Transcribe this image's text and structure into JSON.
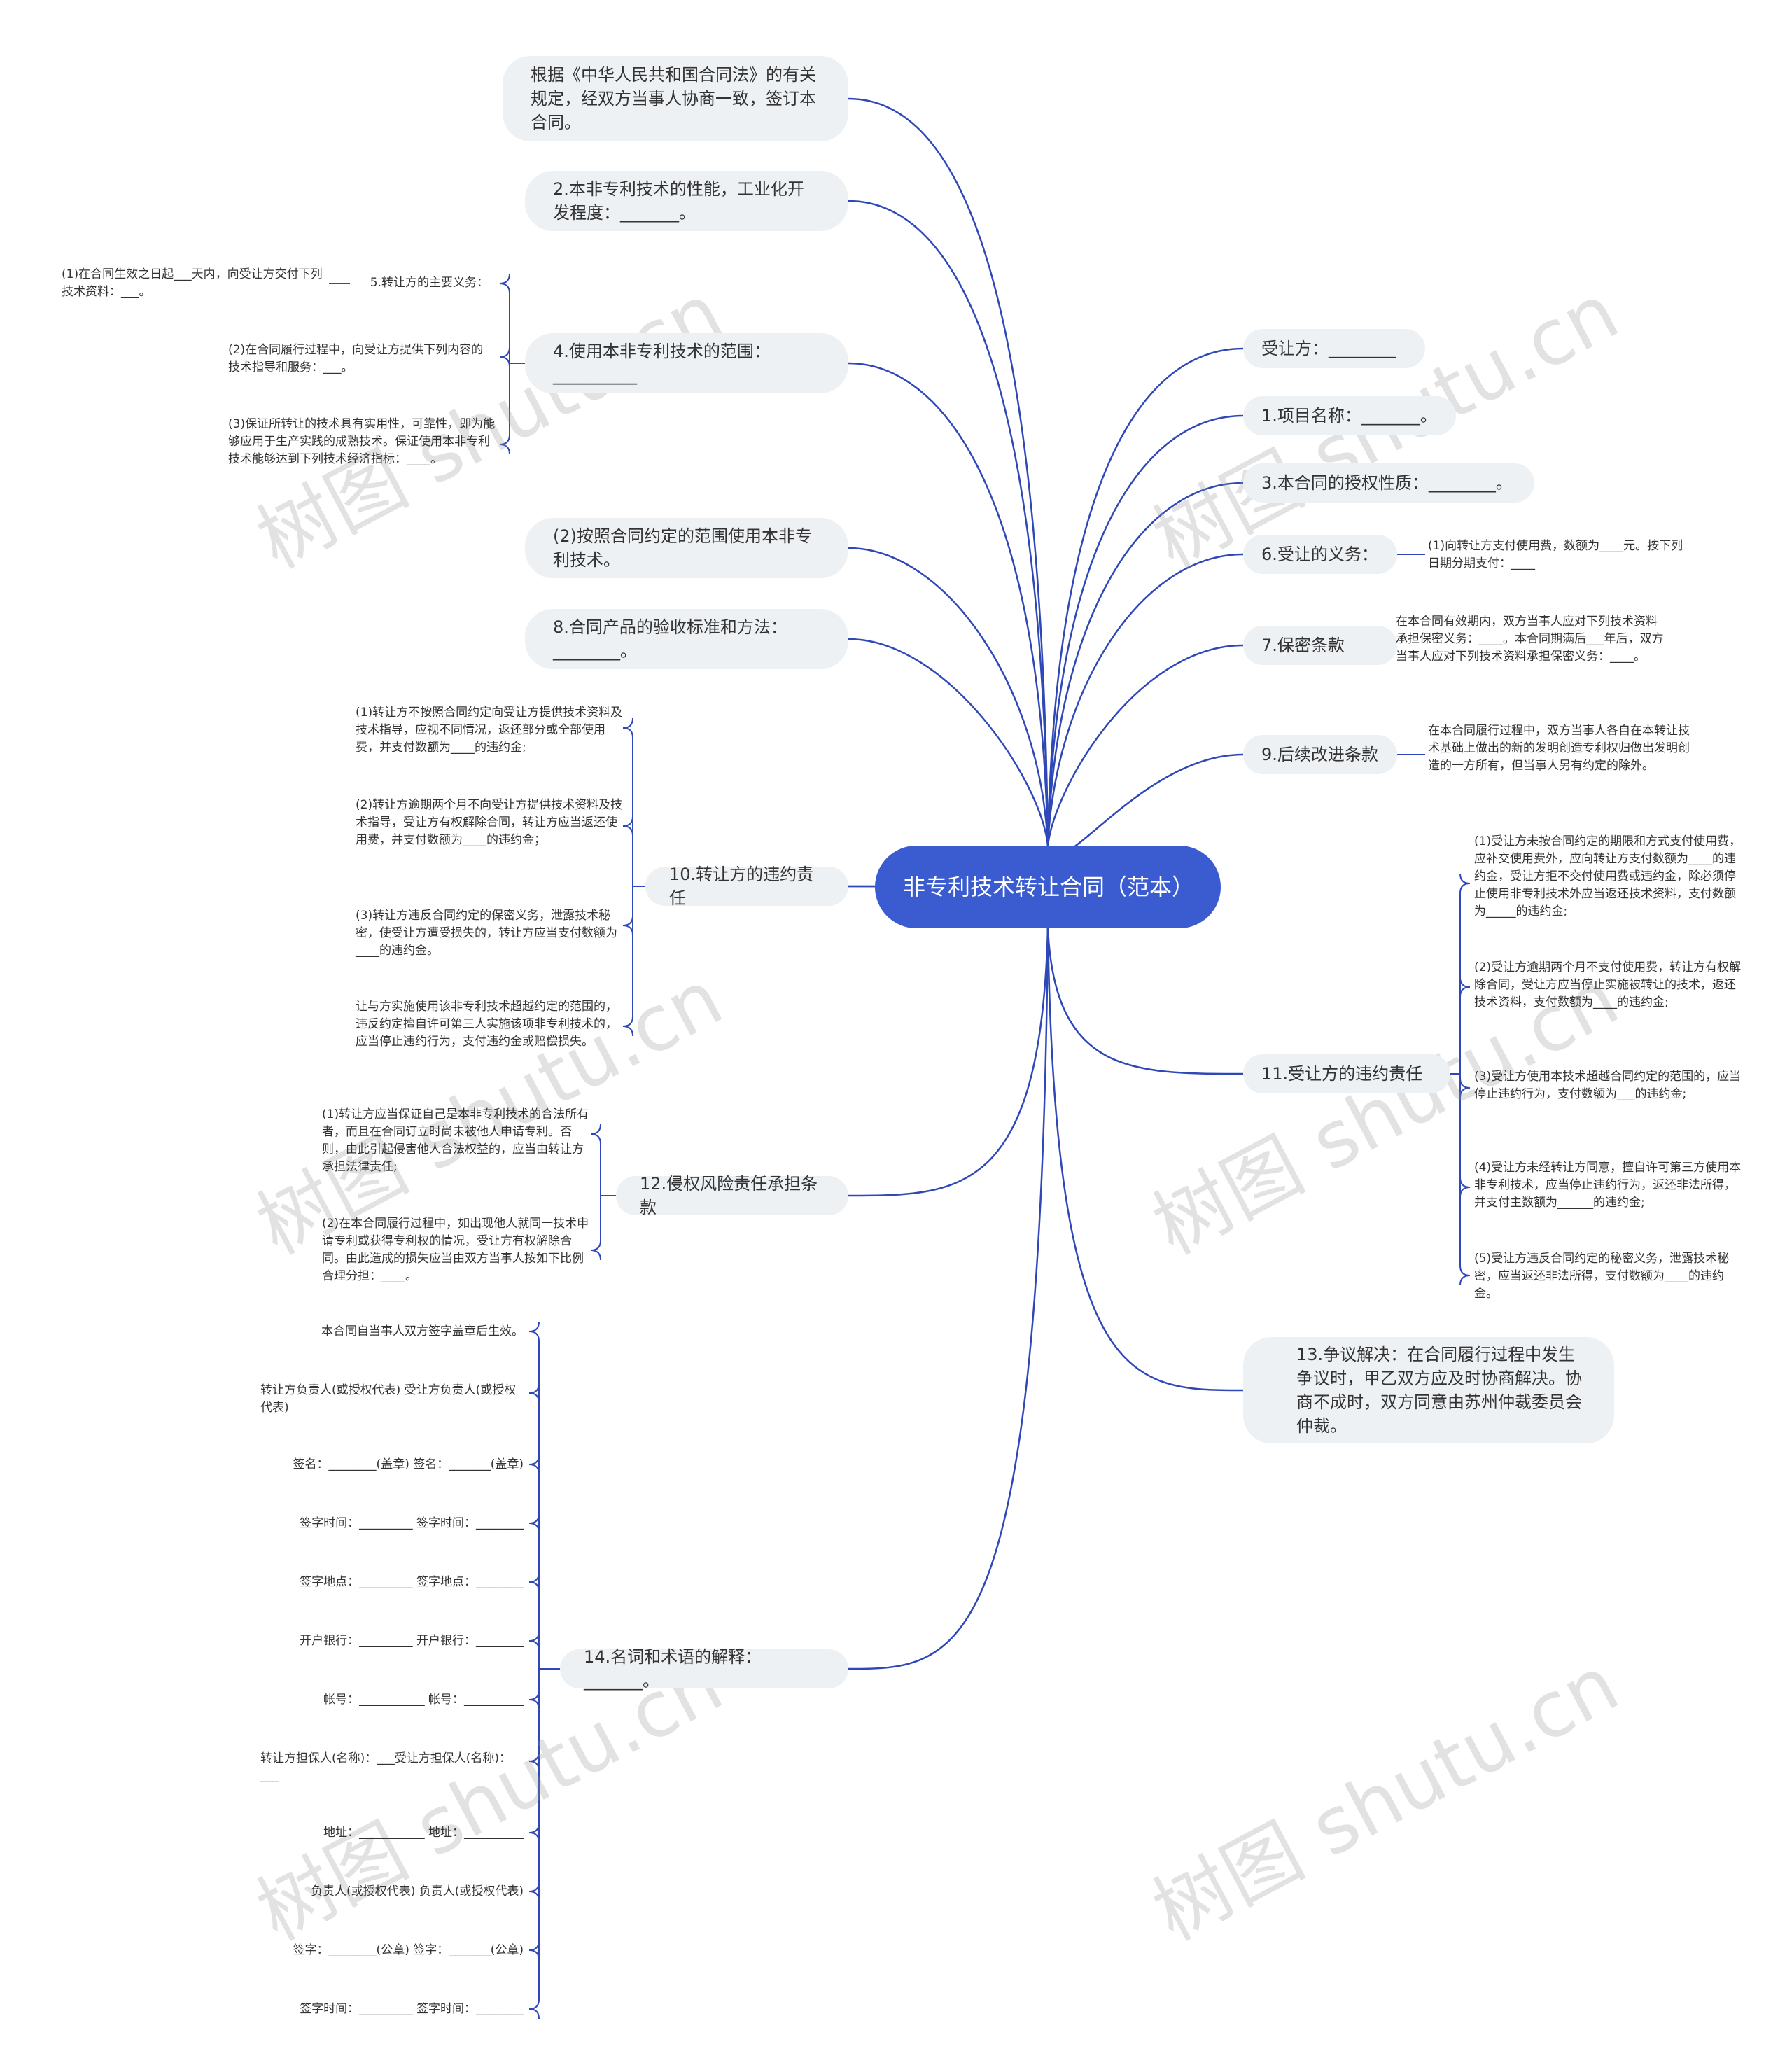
{
  "center": "非专利技术转让合同（范本）",
  "watermark": "树图 shutu.cn",
  "left": {
    "b1": "根据《中华人民共和国合同法》的有关规定，经双方当事人协商一致，签订本合同。",
    "b2": "2.本非专利技术的性能，工业化开发程度：_______。",
    "b3": {
      "label": "4.使用本非专利技术的范围：__________",
      "sub": "5.转让方的主要义务：",
      "subleaf": "(1)在合同生效之日起___天内，向受让方交付下列技术资料：___。",
      "leaves": [
        "(2)在合同履行过程中，向受让方提供下列内容的技术指导和服务：___。",
        "(3)保证所转让的技术具有实用性，可靠性，即为能够应用于生产实践的成熟技术。保证使用本非专利技术能够达到下列技术经济指标：____。"
      ]
    },
    "b4": "(2)按照合同约定的范围使用本非专利技术。",
    "b5": "8.合同产品的验收标准和方法：________。",
    "b6": {
      "label": "10.转让方的违约责任",
      "leaves": [
        "(1)转让方不按照合同约定向受让方提供技术资料及技术指导，应视不同情况，返还部分或全部使用费，并支付数额为____的违约金;",
        "(2)转让方逾期两个月不向受让方提供技术资料及技术指导，受让方有权解除合同，转让方应当返还使用费，并支付数额为____的违约金；",
        "(3)转让方违反合同约定的保密义务，泄露技术秘密，使受让方遭受损失的，转让方应当支付数额为____的违约金。",
        "让与方实施使用该非专利技术超越约定的范围的，违反约定擅自许可第三人实施该项非专利技术的，应当停止违约行为，支付违约金或赔偿损失。"
      ]
    },
    "b7": {
      "label": "12.侵权风险责任承担条款",
      "leaves": [
        "(1)转让方应当保证自己是本非专利技术的合法所有者，而且在合同订立时尚未被他人申请专利。否则，由此引起侵害他人合法权益的，应当由转让方承担法律责任;",
        "(2)在本合同履行过程中，如出现他人就同一技术申请专利或获得专利权的情况，受让方有权解除合同。由此造成的损失应当由双方当事人按如下比例合理分担：____。"
      ]
    },
    "b8": {
      "label": "14.名词和术语的解释：_______。",
      "leaves": [
        "本合同自当事人双方签字盖章后生效。",
        "转让方负责人(或授权代表) 受让方负责人(或授权代表)",
        "签名：________(盖章) 签名：_______(盖章)",
        "签字时间：_________ 签字时间：________",
        "签字地点：_________ 签字地点：________",
        "开户银行：_________ 开户银行：________",
        "帐号：___________ 帐号：__________",
        "转让方担保人(名称)：___受让方担保人(名称)：___",
        "地址：___________ 地址：__________",
        "负责人(或授权代表) 负责人(或授权代表)",
        "签字：________(公章) 签字：_______(公章)",
        "签字时间：_________ 签字时间：________"
      ]
    }
  },
  "right": {
    "r1": "受让方：________",
    "r2": "1.项目名称：_______。",
    "r3": "3.本合同的授权性质：________。",
    "r4": {
      "label": "6.受让的义务：",
      "leaf": "(1)向转让方支付使用费，数额为____元。按下列日期分期支付：____"
    },
    "r5": {
      "label": "7.保密条款",
      "leaf": "在本合同有效期内，双方当事人应对下列技术资料承担保密义务：____。本合同期满后___年后，双方当事人应对下列技术资料承担保密义务：____。"
    },
    "r6": {
      "label": "9.后续改进条款",
      "leaf": "在本合同履行过程中，双方当事人各自在本转让技术基础上做出的新的发明创造专利权归做出发明创造的一方所有，但当事人另有约定的除外。"
    },
    "r7": {
      "label": "11.受让方的违约责任",
      "leaves": [
        "(1)受让方未按合同约定的期限和方式支付使用费，应补交使用费外，应向转让方支付数额为____的违约金，受让方拒不交付使用费或违约金，除必须停止使用非专利技术外应当返还技术资料，支付数额为_____的违约金;",
        "(2)受让方逾期两个月不支付使用费，转让方有权解除合同，受让方应当停止实施被转让的技术，返还技术资料，支付数额为____的违约金;",
        "(3)受让方使用本技术超越合同约定的范围的，应当停止违约行为，支付数额为___的违约金;",
        "(4)受让方未经转让方同意，擅自许可第三方使用本非专利技术，应当停止违约行为，返还非法所得，并支付主数额为______的违约金;",
        "(5)受让方违反合同约定的秘密义务，泄露技术秘密，应当返还非法所得，支付数额为____的违约金。"
      ]
    },
    "r8": "13.争议解决：在合同履行过程中发生争议时，甲乙双方应及时协商解决。协商不成时，双方同意由苏州仲裁委员会仲裁。"
  }
}
